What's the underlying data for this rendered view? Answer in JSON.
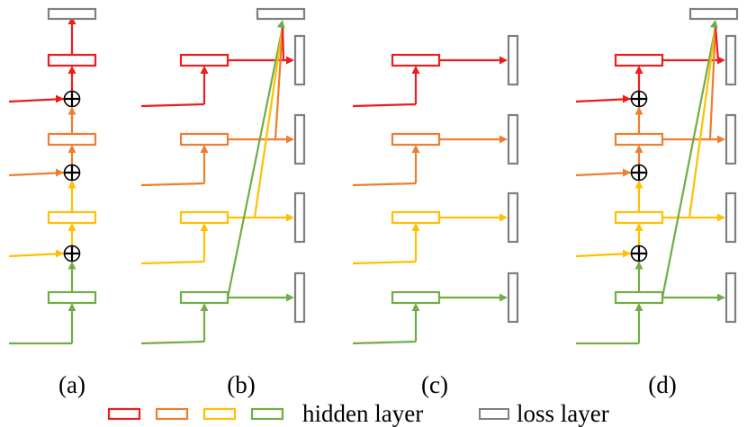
{
  "panels": [
    {
      "label": "(a)",
      "residual": true,
      "loss_per_layer": false,
      "aggregate_loss": false
    },
    {
      "label": "(b)",
      "residual": false,
      "loss_per_layer": true,
      "aggregate_loss": true
    },
    {
      "label": "(c)",
      "residual": false,
      "loss_per_layer": true,
      "aggregate_loss": false
    },
    {
      "label": "(d)",
      "residual": true,
      "loss_per_layer": true,
      "aggregate_loss": true
    }
  ],
  "layer_colors": [
    "#ee1c1c",
    "#ed7d31",
    "#ffc000",
    "#70ad47"
  ],
  "legend": {
    "hidden_label": "hidden layer",
    "loss_label": "loss layer",
    "hidden_swatch_colors": [
      "#ee1c1c",
      "#ed7d31",
      "#ffc000",
      "#70ad47"
    ],
    "loss_color": "#7f7f7f"
  },
  "icons": {
    "sum": "circle-plus-icon",
    "arrow": "arrowhead-icon"
  }
}
